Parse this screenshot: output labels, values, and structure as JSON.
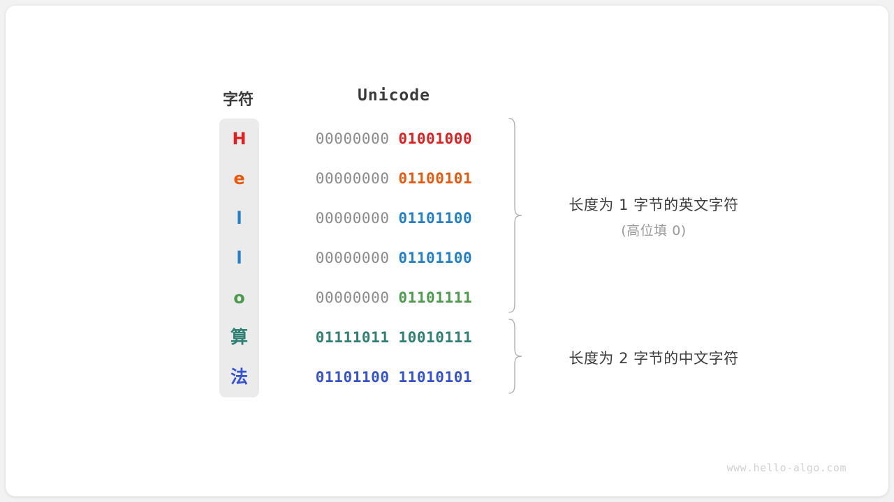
{
  "colors": {
    "background": "#f2f2f2",
    "card": "#ffffff",
    "char_column_bg": "#ebebeb",
    "header_text": "#3a3a3a",
    "padding_zero": "#8c8c8c",
    "brace": "#b0b0b0",
    "annotation_main": "#3c3c3c",
    "annotation_sub": "#9a9a9a",
    "watermark": "#d2d2d2",
    "red": "#de2020",
    "orange": "#e8590c",
    "blue": "#2280c8",
    "green": "#4c9a4c",
    "teal": "#2f8072",
    "indigo": "#3553ce"
  },
  "headers": {
    "char": "字符",
    "code": "Unicode"
  },
  "rows": [
    {
      "char": "H",
      "color": "#de2020",
      "cjk": false,
      "high_byte": "00000000",
      "low_byte": "01001000",
      "high_is_padding": true
    },
    {
      "char": "e",
      "color": "#e8590c",
      "cjk": false,
      "high_byte": "00000000",
      "low_byte": "01100101",
      "high_is_padding": true
    },
    {
      "char": "l",
      "color": "#2280c8",
      "cjk": false,
      "high_byte": "00000000",
      "low_byte": "01101100",
      "high_is_padding": true
    },
    {
      "char": "l",
      "color": "#2280c8",
      "cjk": false,
      "high_byte": "00000000",
      "low_byte": "01101100",
      "high_is_padding": true
    },
    {
      "char": "o",
      "color": "#4c9a4c",
      "cjk": false,
      "high_byte": "00000000",
      "low_byte": "01101111",
      "high_is_padding": true
    },
    {
      "char": "算",
      "color": "#2f8072",
      "cjk": true,
      "high_byte": "01111011",
      "low_byte": "10010111",
      "high_is_padding": false
    },
    {
      "char": "法",
      "color": "#3553ce",
      "cjk": true,
      "high_byte": "01101100",
      "low_byte": "11010101",
      "high_is_padding": false
    }
  ],
  "annotations": [
    {
      "main": "长度为 1 字节的英文字符",
      "sub": "(高位填 0)"
    },
    {
      "main": "长度为 2 字节的中文字符",
      "sub": ""
    }
  ],
  "watermark": "www.hello-algo.com"
}
